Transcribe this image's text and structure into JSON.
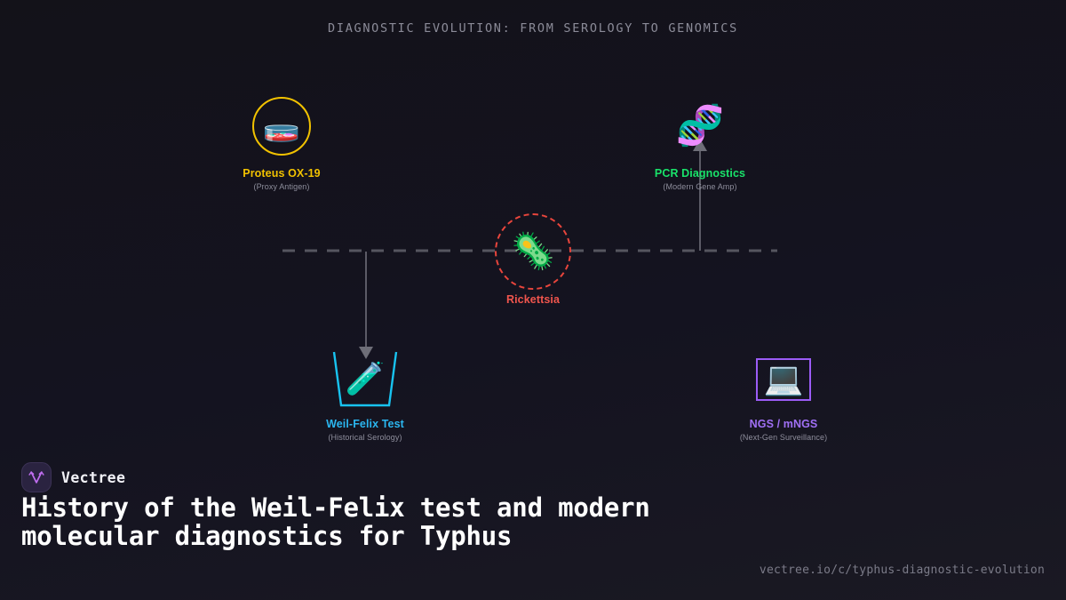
{
  "board": {
    "title": "DIAGNOSTIC EVOLUTION: FROM SEROLOGY TO GENOMICS",
    "title_color": "#8b8b98",
    "background_color": "#131219"
  },
  "nodes": [
    {
      "id": "proteus",
      "label": "Proteus OX-19",
      "sublabel": "(Proxy Antigen)",
      "icon": "petri-dish-icon",
      "glyph": "🧫",
      "color": "#f2c200",
      "frame": "circle"
    },
    {
      "id": "pcr",
      "label": "PCR Diagnostics",
      "sublabel": "(Modern Gene Amp)",
      "icon": "dna-helix-icon",
      "glyph": "🧬",
      "color": "#19e36a",
      "frame": "none"
    },
    {
      "id": "rickettsia",
      "label": "Rickettsia",
      "sublabel": "",
      "icon": "microbe-icon",
      "glyph": "🦠",
      "color": "#f0554d",
      "frame": "dashed-circle"
    },
    {
      "id": "weilfelix",
      "label": "Weil-Felix Test",
      "sublabel": "(Historical Serology)",
      "icon": "test-tube-icon",
      "glyph": "🧪",
      "color": "#2bb6ef",
      "frame": "beaker"
    },
    {
      "id": "ngs",
      "label": "NGS / mNGS",
      "sublabel": "(Next-Gen Surveillance)",
      "icon": "laptop-icon",
      "glyph": "💻",
      "color": "#a070f5",
      "frame": "rect"
    }
  ],
  "connectors": {
    "axis_color": "#55555f",
    "flow_color": "#6e6e78",
    "axis_label": "",
    "edges": [
      {
        "from": "axis",
        "to": "weilfelix",
        "direction": "down"
      },
      {
        "from": "axis",
        "to": "pcr",
        "direction": "up"
      }
    ]
  },
  "footer": {
    "brand": "Vectree",
    "logo_icon": "vectree-logo-icon",
    "headline": "History of the Weil-Felix test and modern molecular diagnostics for Typhus",
    "url": "vectree.io/c/typhus-diagnostic-evolution",
    "accent_color": "#c06ef0"
  }
}
